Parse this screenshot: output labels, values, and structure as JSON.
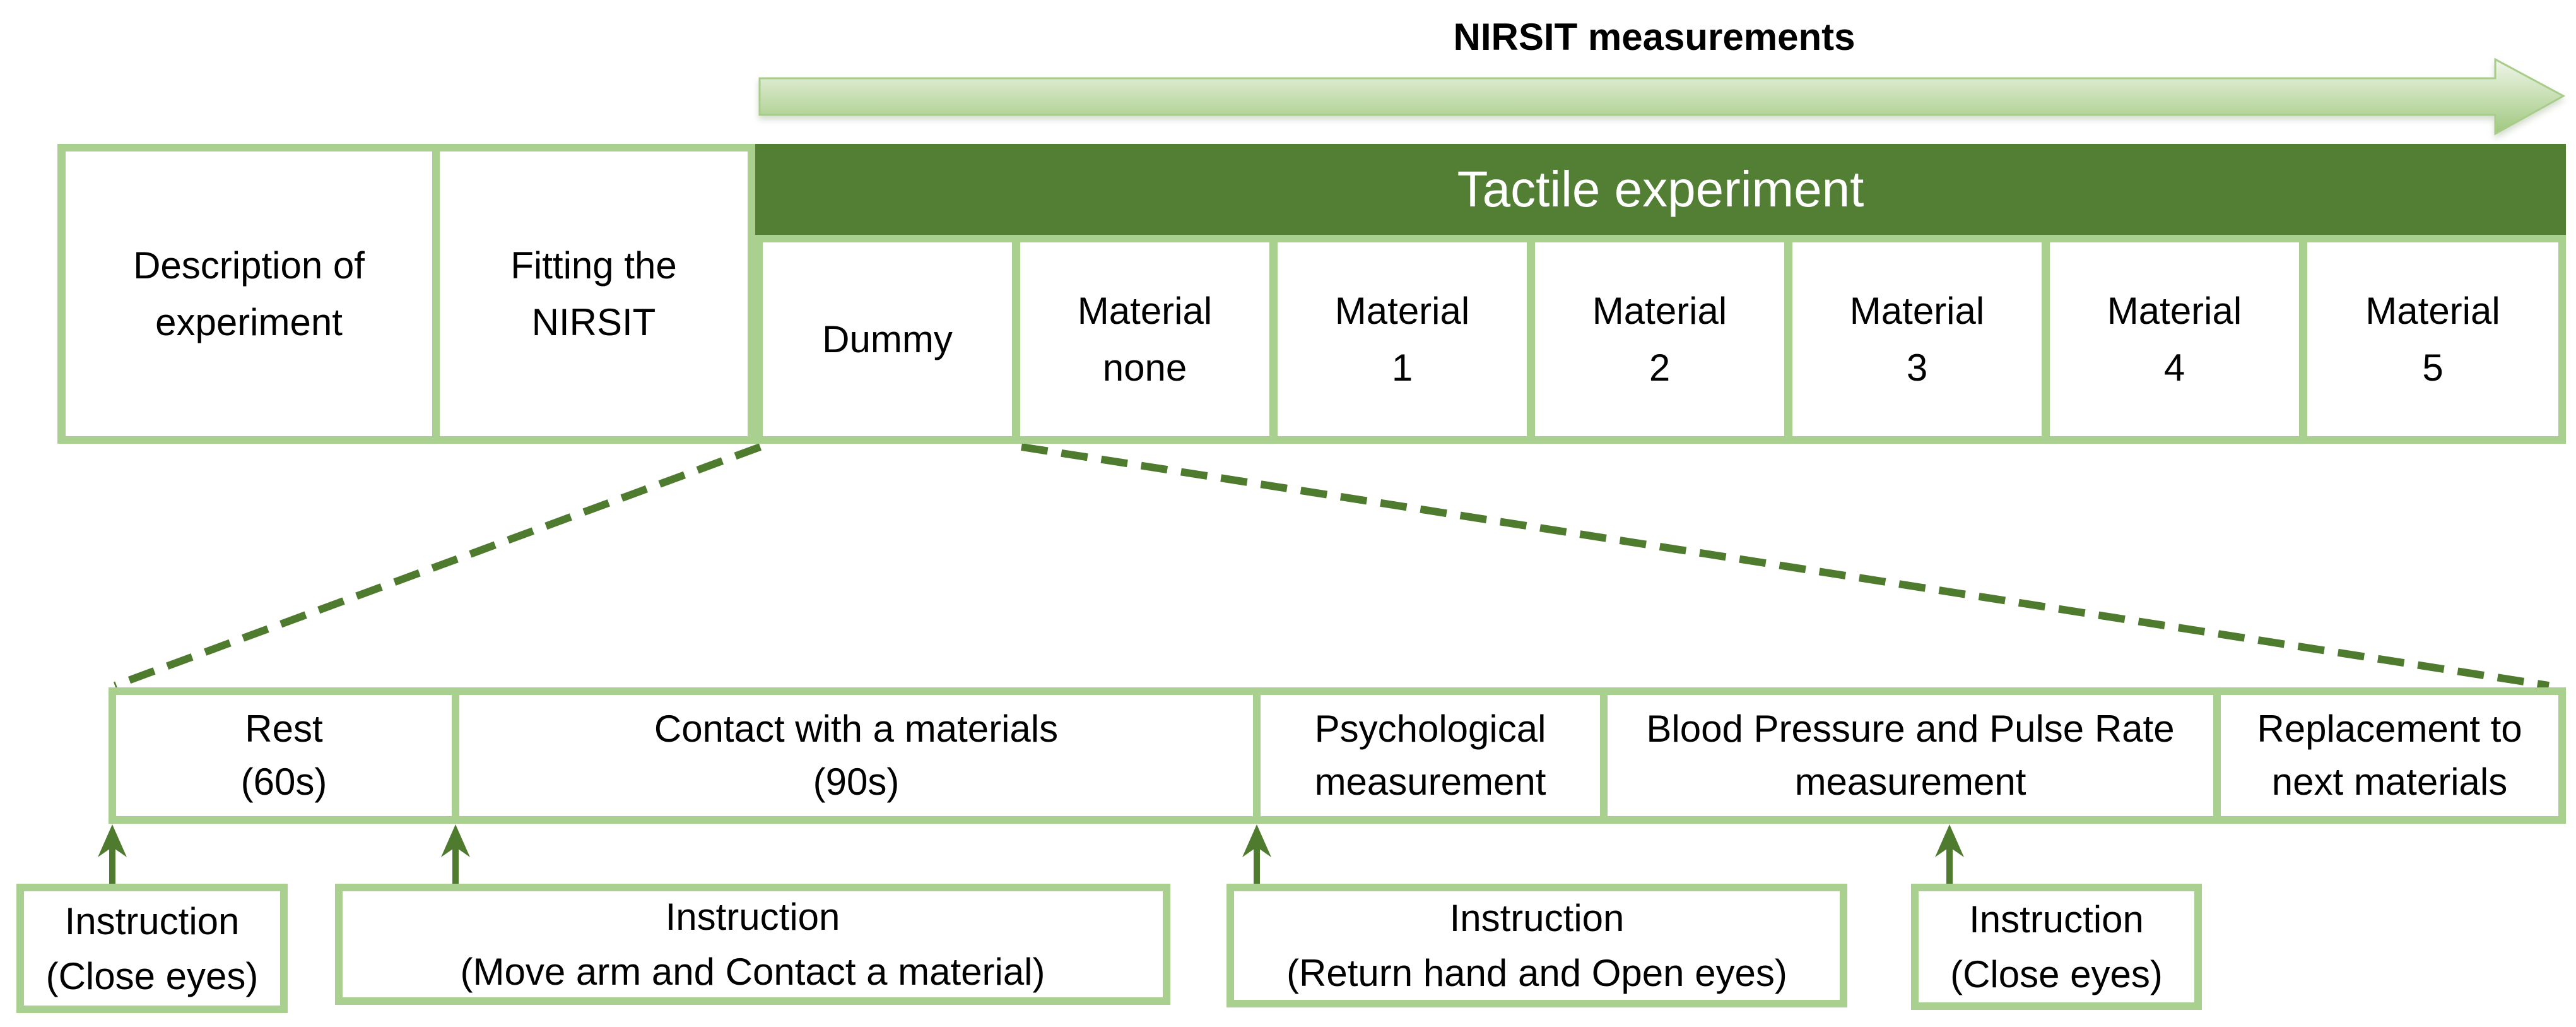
{
  "header": {
    "title": "NIRSIT measurements"
  },
  "timeline": {
    "phase_boxes": [
      {
        "label": "Description of\nexperiment"
      },
      {
        "label": "Fitting the\nNIRSIT"
      }
    ],
    "tactile": {
      "header": "Tactile experiment",
      "material_boxes": [
        {
          "label": "Dummy"
        },
        {
          "label": "Material\nnone"
        },
        {
          "label": "Material\n1"
        },
        {
          "label": "Material\n2"
        },
        {
          "label": "Material\n3"
        },
        {
          "label": "Material\n4"
        },
        {
          "label": "Material\n5"
        }
      ]
    }
  },
  "trial_sequence": {
    "steps": [
      {
        "label": "Rest\n(60s)"
      },
      {
        "label": "Contact with a materials\n(90s)"
      },
      {
        "label": "Psychological\nmeasurement"
      },
      {
        "label": "Blood Pressure and Pulse Rate\nmeasurement"
      },
      {
        "label": "Replacement to\nnext materials"
      }
    ]
  },
  "instructions": [
    {
      "label": "Instruction\n(Close eyes)"
    },
    {
      "label": "Instruction\n(Move arm and Contact a material)"
    },
    {
      "label": "Instruction\n(Return hand and Open eyes)"
    },
    {
      "label": "Instruction\n(Close eyes)"
    }
  ],
  "colors": {
    "dark_green": "#527f33",
    "light_green": "#a9d08e",
    "accent_green": "#4f7b2f",
    "arrow_top": "#f0f6ea",
    "arrow_bottom": "#9fc87e",
    "arrow_border": "#a8cd8a",
    "header_text": "#ffffff",
    "text": "#000000"
  }
}
